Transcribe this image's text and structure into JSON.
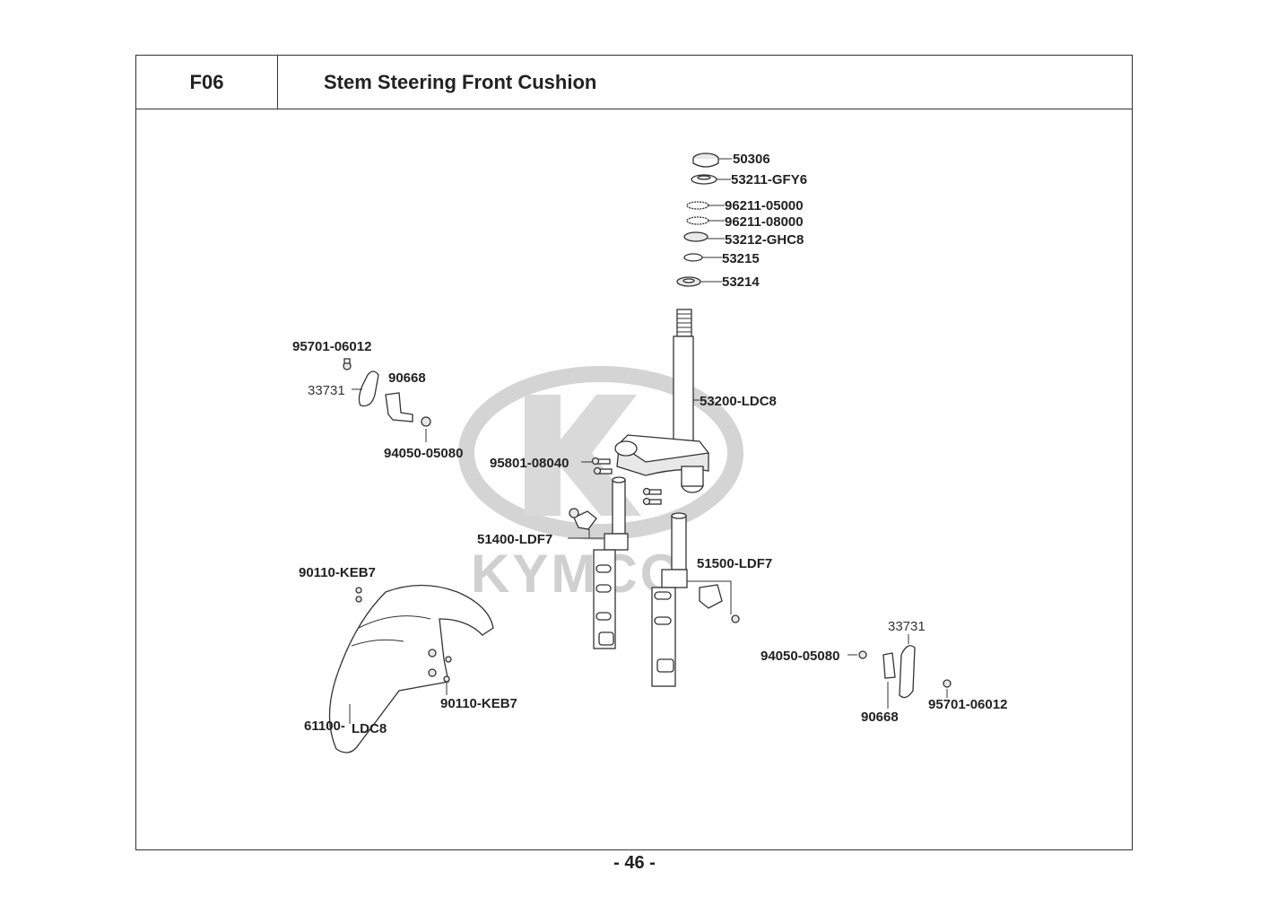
{
  "header": {
    "section_code": "F06",
    "title": "Stem Steering  Front Cushion"
  },
  "watermark": {
    "brand_text": "KYMCO"
  },
  "labels": {
    "p50306": "50306",
    "p53211": "53211-GFY6",
    "p96211a": "96211-05000",
    "p96211b": "96211-08000",
    "p53212": "53212-GHC8",
    "p53215": "53215",
    "p53214": "53214",
    "p53200": "53200-LDC8",
    "p95801": "95801-08040",
    "p51400": "51400-LDF7",
    "p51500": "51500-LDF7",
    "p95701_left": "95701-06012",
    "p33731_left": "33731",
    "p90668_left": "90668",
    "p94050_left": "94050-05080",
    "p90110_top": "90110-KEB7",
    "p90110_bottom": "90110-KEB7",
    "p61100a": "61100-",
    "p61100b": "LDC8",
    "p33731_right": "33731",
    "p94050_right": "94050-05080",
    "p90668_right": "90668",
    "p95701_right": "95701-06012"
  },
  "footer": {
    "page_number": "- 46 -"
  },
  "colors": {
    "line": "#333333",
    "watermark": "#d0d0d0",
    "background": "#ffffff"
  }
}
